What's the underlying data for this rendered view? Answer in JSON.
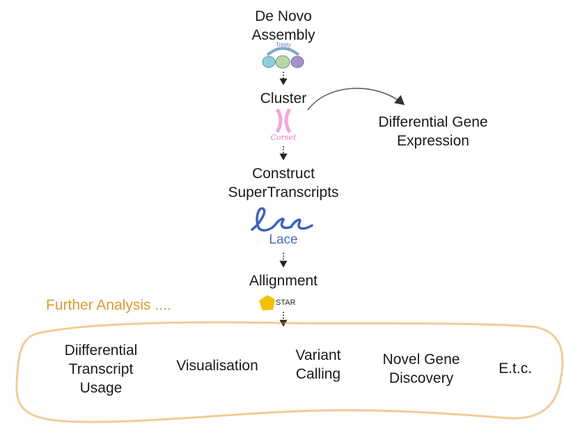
{
  "steps": {
    "assembly": [
      "De Novo",
      "Assembly"
    ],
    "cluster": "Cluster",
    "supertranscripts": [
      "Construct",
      "SuperTranscripts"
    ],
    "alignment": "Allignment"
  },
  "side": [
    "Differential Gene",
    "Expression"
  ],
  "tools": {
    "trinity": "Trinity",
    "corset": "Corset",
    "lace": "Lace",
    "star": "STAR"
  },
  "further": {
    "title": "Further Analysis ....",
    "items": [
      [
        "Diifferential",
        "Transcript",
        "Usage"
      ],
      [
        "Visualisation"
      ],
      [
        "Variant",
        "Calling"
      ],
      [
        "Novel Gene",
        "Discovery"
      ],
      [
        "E.t.c."
      ]
    ]
  },
  "colors": {
    "accent": "#e39a2d",
    "corset": "#e87cc8",
    "lace": "#3a5fc8",
    "star": "#f2c200"
  }
}
